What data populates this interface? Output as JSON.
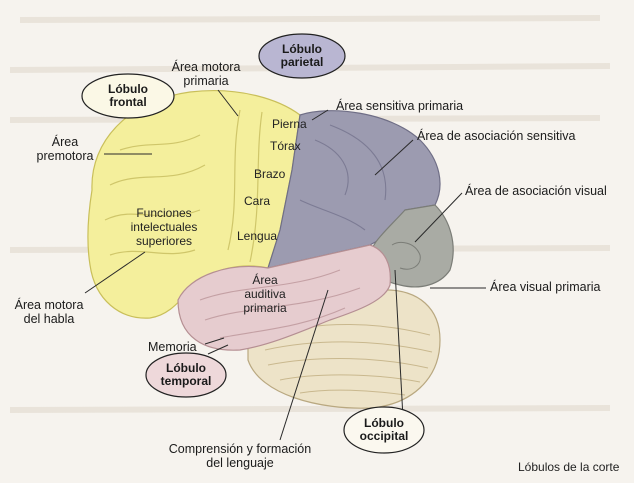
{
  "lobes": {
    "frontal": [
      "Lóbulo",
      "frontal"
    ],
    "parietal": [
      "Lóbulo",
      "parietal"
    ],
    "temporal": [
      "Lóbulo",
      "temporal"
    ],
    "occipital": [
      "Lóbulo",
      "occipital"
    ]
  },
  "areas": {
    "motora_primaria": [
      "Área motora",
      "primaria"
    ],
    "premotora": [
      "Área",
      "premotora"
    ],
    "funciones": [
      "Funciones",
      "intelectuales",
      "superiores"
    ],
    "motora_habla": [
      "Área motora",
      "del habla"
    ],
    "memoria": "Memoria",
    "auditiva": [
      "Área",
      "auditiva",
      "primaria"
    ],
    "comprension": [
      "Comprensión y formación",
      "del lenguaje"
    ],
    "sensitiva_primaria": "Área sensitiva primaria",
    "asociacion_sensitiva": "Área de asociación sensitiva",
    "asociacion_visual": "Área de asociación visual",
    "visual_primaria": "Área visual primaria"
  },
  "body_parts": {
    "pierna": "Pierna",
    "torax": "Tórax",
    "brazo": "Brazo",
    "cara": "Cara",
    "lengua": "Lengua"
  },
  "caption": "Lóbulos de la corte",
  "colors": {
    "frontal": "#f4ef9c",
    "parietal": "#9c9bb0",
    "temporal": "#e6cccf",
    "occipital": "#a9aba4",
    "cerebellum": "#ede3c8",
    "parietal_oval": "#b9b6d2",
    "temporal_oval": "#eed8da"
  }
}
